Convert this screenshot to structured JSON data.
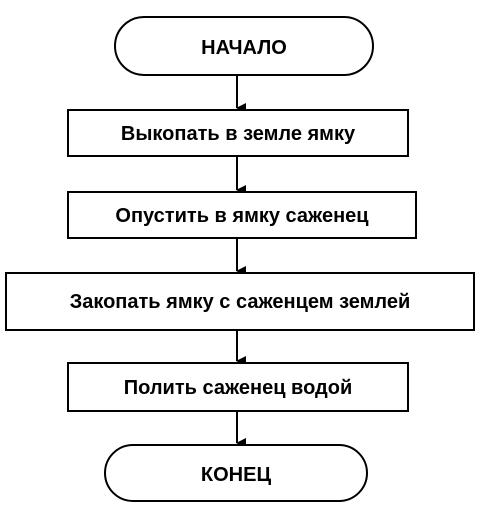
{
  "flowchart": {
    "start": {
      "label": "НАЧАЛО"
    },
    "steps": [
      {
        "label": "Выкопать в земле ямку"
      },
      {
        "label": "Опустить в ямку саженец"
      },
      {
        "label": "Закопать ямку с саженцем землей"
      },
      {
        "label": "Полить саженец водой"
      }
    ],
    "end": {
      "label": "КОНЕЦ"
    }
  },
  "colors": {
    "stroke": "#000000",
    "fill": "#ffffff",
    "text": "#000000"
  }
}
